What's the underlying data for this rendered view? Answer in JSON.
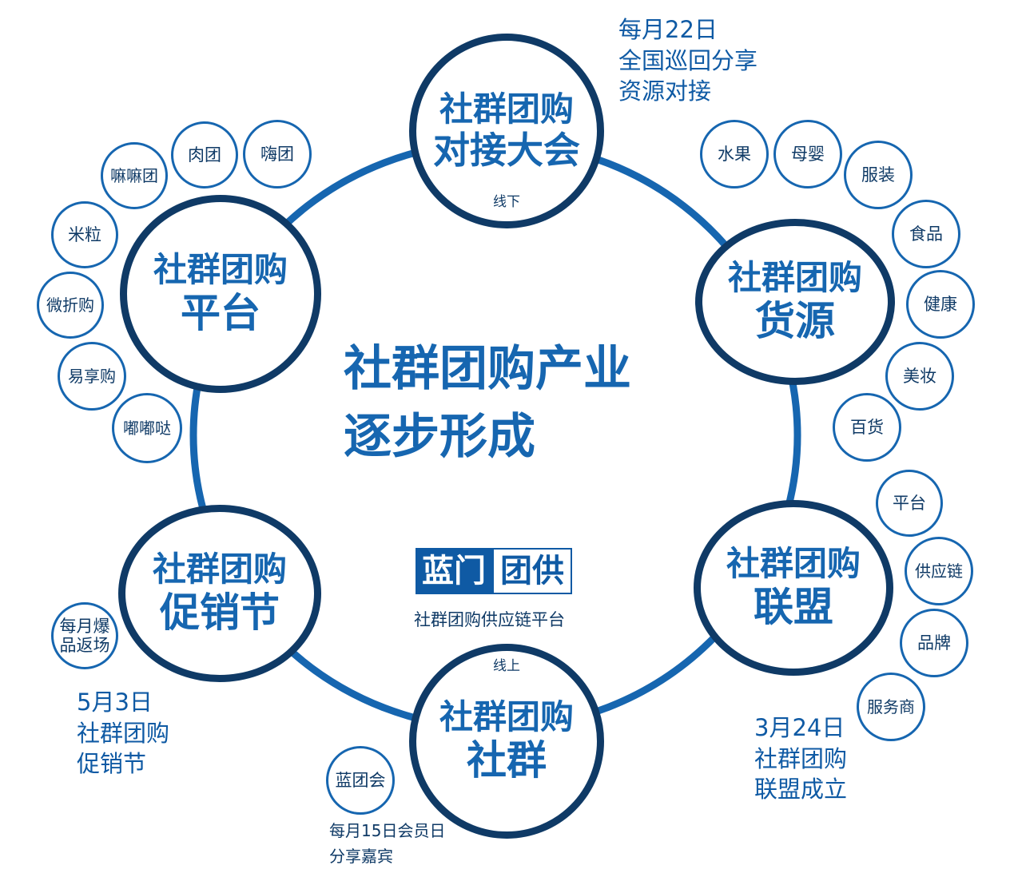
{
  "center": {
    "line1": "社群团购产业",
    "line2": "逐步形成"
  },
  "logo": {
    "part1": "蓝门",
    "part2": "团供",
    "subtitle": "社群团购供应链平台"
  },
  "nodes": {
    "top": {
      "line1": "社群团购",
      "line2": "对接大会",
      "tag": "线下"
    },
    "right_upper": {
      "line1": "社群团购",
      "line2": "货源"
    },
    "right_lower": {
      "line1": "社群团购",
      "line2": "联盟"
    },
    "bottom": {
      "line1": "社群团购",
      "line2": "社群",
      "tag": "线上"
    },
    "left_lower": {
      "line1": "社群团购",
      "line2": "促销节"
    },
    "left_upper": {
      "line1": "社群团购",
      "line2": "平台"
    }
  },
  "platform_bubbles": [
    "嘛嘛团",
    "肉团",
    "嗨团",
    "米粒",
    "微折购",
    "易享购",
    "嘟嘟哒"
  ],
  "source_bubbles": [
    "水果",
    "母婴",
    "服装",
    "食品",
    "健康",
    "美妆",
    "百货"
  ],
  "alliance_bubbles": [
    "平台",
    "供应链",
    "品牌",
    "服务商"
  ],
  "promo_bubble": {
    "line1": "每月爆",
    "line2": "品返场"
  },
  "community_bubble": "蓝团会",
  "notes": {
    "top": [
      "每月22日",
      "全国巡回分享",
      "资源对接"
    ],
    "alliance": [
      "3月24日",
      "社群团购",
      "联盟成立"
    ],
    "promo": [
      "5月3日",
      "社群团购",
      "促销节"
    ],
    "community": [
      "每月15日会员日",
      "分享嘉宾"
    ]
  },
  "colors": {
    "ring": "#1666b0",
    "dark_border": "#0f3a66",
    "text_blue": "#1666b0"
  }
}
